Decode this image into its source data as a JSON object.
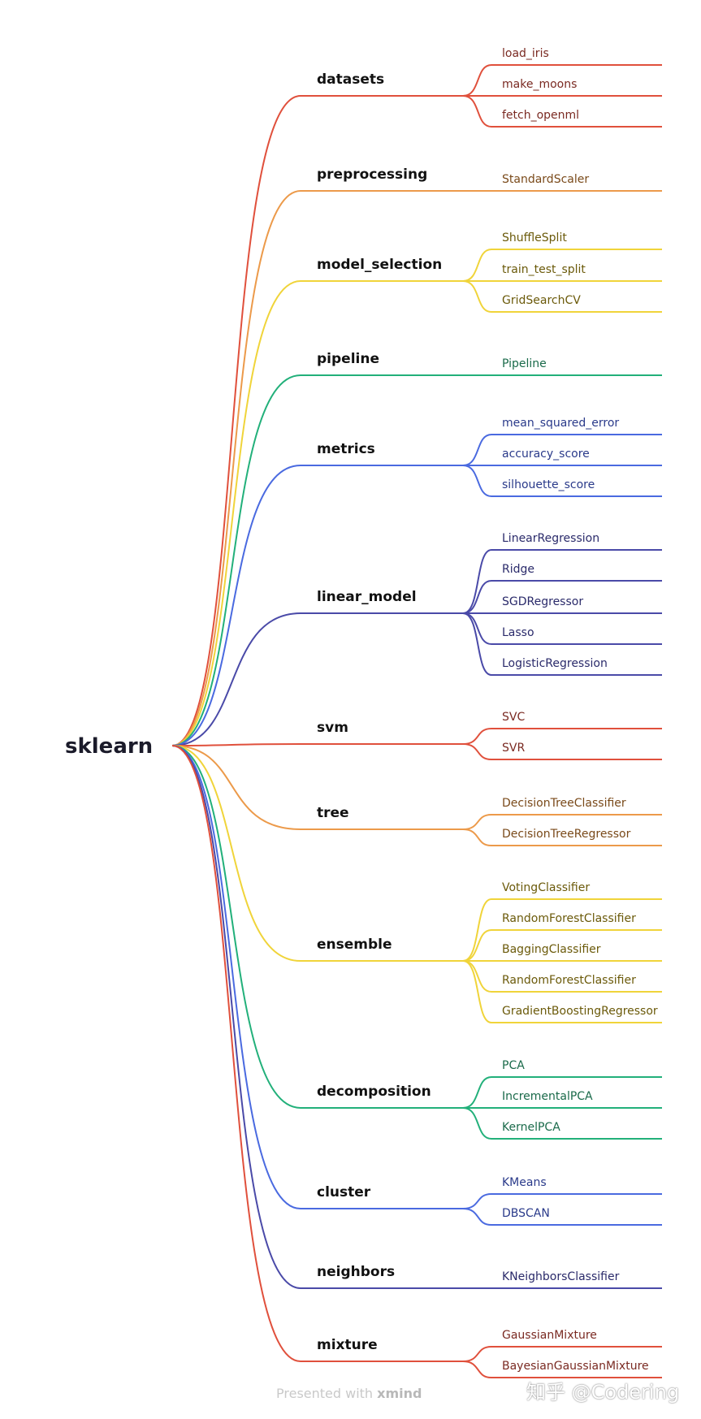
{
  "root": {
    "label": "sklearn"
  },
  "branches": [
    {
      "label": "datasets",
      "color": "#e0503c",
      "text_color": "#7a2a22",
      "leaves": [
        "load_iris",
        "make_moons",
        "fetch_openml"
      ]
    },
    {
      "label": "preprocessing",
      "color": "#ec9a4a",
      "text_color": "#7a4a1a",
      "leaves": [
        "StandardScaler"
      ]
    },
    {
      "label": "model_selection",
      "color": "#f0d43a",
      "text_color": "#6b5a0a",
      "leaves": [
        "ShuffleSplit",
        "train_test_split",
        "GridSearchCV"
      ]
    },
    {
      "label": "pipeline",
      "color": "#22b07a",
      "text_color": "#1a6a4a",
      "leaves": [
        "Pipeline"
      ]
    },
    {
      "label": "metrics",
      "color": "#4a6ae0",
      "text_color": "#2a3a8a",
      "leaves": [
        "mean_squared_error",
        "accuracy_score",
        "silhouette_score"
      ]
    },
    {
      "label": "linear_model",
      "color": "#4a4aa8",
      "text_color": "#2a2a6a",
      "leaves": [
        "LinearRegression",
        "Ridge",
        "SGDRegressor",
        "Lasso",
        "LogisticRegression"
      ]
    },
    {
      "label": "svm",
      "color": "#e0503c",
      "text_color": "#7a2a22",
      "leaves": [
        "SVC",
        "SVR"
      ]
    },
    {
      "label": "tree",
      "color": "#ec9a4a",
      "text_color": "#7a4a1a",
      "leaves": [
        "DecisionTreeClassifier",
        "DecisionTreeRegressor"
      ]
    },
    {
      "label": "ensemble",
      "color": "#f0d43a",
      "text_color": "#6b5a0a",
      "leaves": [
        "VotingClassifier",
        "RandomForestClassifier",
        "BaggingClassifier",
        "RandomForestClassifier",
        "GradientBoostingRegressor"
      ]
    },
    {
      "label": "decomposition",
      "color": "#22b07a",
      "text_color": "#1a6a4a",
      "leaves": [
        "PCA",
        "IncrementalPCA",
        "KernelPCA"
      ]
    },
    {
      "label": "cluster",
      "color": "#4a6ae0",
      "text_color": "#2a3a8a",
      "leaves": [
        "KMeans",
        "DBSCAN"
      ]
    },
    {
      "label": "neighbors",
      "color": "#4a4aa8",
      "text_color": "#2a2a6a",
      "leaves": [
        "KNeighborsClassifier"
      ]
    },
    {
      "label": "mixture",
      "color": "#e0503c",
      "text_color": "#7a2a22",
      "leaves": [
        "GaussianMixture",
        "BayesianGaussianMixture"
      ]
    }
  ],
  "footer": {
    "presented_text": "Presented with",
    "brand": "xmind",
    "watermark": "知乎 @Codering"
  }
}
